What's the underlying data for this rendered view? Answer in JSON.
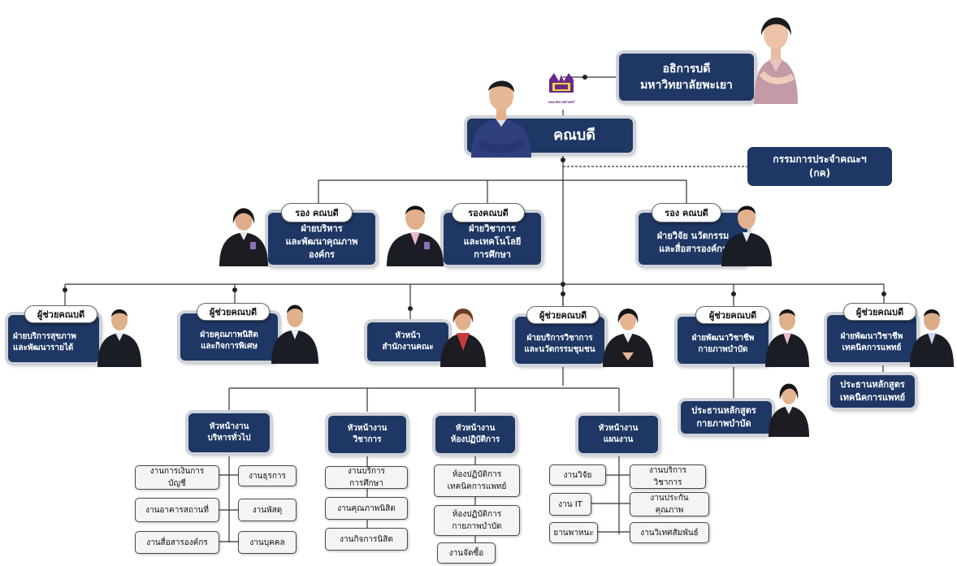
{
  "president": {
    "line1": "อธิการบดี",
    "line2": "มหาวิทยาลัยพะเยา"
  },
  "logo": {
    "label": "คณะสหเวชศาสตร์"
  },
  "dean": {
    "label": "คณบดี"
  },
  "committee": {
    "line1": "กรรมการประจำคณะฯ",
    "line2": "(กค)"
  },
  "vice_deans": [
    {
      "tag": "รอง คณบดี",
      "line1": "ฝ่ายบริหาร",
      "line2": "และพัฒนาคุณภาพ",
      "line3": "องค์กร"
    },
    {
      "tag": "รองคณบดี",
      "line1": "ฝ่ายวิชาการ",
      "line2": "และเทคโนโลยี",
      "line3": "การศึกษา"
    },
    {
      "tag": "รอง คณบดี",
      "line1": "ฝ่ายวิจัย นวัตกรรม",
      "line2": "และสื่อสารองค์กร"
    }
  ],
  "assistants": [
    {
      "tag": "ผู้ช่วยคณบดี",
      "line1": "ฝ่ายบริการสุขภาพ",
      "line2": "และพัฒนารายได้"
    },
    {
      "tag": "ผู้ช่วยคณบดี",
      "line1": "ฝ่ายคุณภาพนิสิต",
      "line2": "และกิจการพิเศษ"
    },
    {
      "tag": "ผู้ช่วยคณบดี",
      "line1": "ฝ่ายบริการวิชาการ",
      "line2": "และนวัตกรรมชุมชน"
    },
    {
      "tag": "ผู้ช่วยคณบดี",
      "line1": "ฝ่ายพัฒนาวิชาชีพ",
      "line2": "กายภาพบำบัด"
    },
    {
      "tag": "ผู้ช่วยคณบดี",
      "line1": "ฝ่ายพัฒนาวิชาชีพ",
      "line2": "เทคนิคการแพทย์"
    }
  ],
  "office_head": {
    "line1": "หัวหน้า",
    "line2": "สำนักงานคณะ"
  },
  "program_chairs": [
    {
      "line1": "ประธานหลักสูตร",
      "line2": "กายภาพบำบัด"
    },
    {
      "line1": "ประธานหลักสูตร",
      "line2": "เทคนิคการแพทย์"
    }
  ],
  "unit_heads": [
    {
      "line1": "หัวหน้างาน",
      "line2": "บริหารทั่วไป"
    },
    {
      "line1": "หัวหน้างาน",
      "line2": "วิชาการ"
    },
    {
      "line1": "หัวหน้างาน",
      "line2": "ห้องปฏิบัติการ"
    },
    {
      "line1": "หัวหน้างาน",
      "line2": "แผนงาน"
    }
  ],
  "admin_tasks": [
    {
      "line1": "งานการเงินการ",
      "line2": "บัญชี"
    },
    {
      "line1": "งานธุรการ",
      "line2": ""
    },
    {
      "line1": "งานอาคารสถานที่",
      "line2": ""
    },
    {
      "line1": "งานพัสดุ",
      "line2": ""
    },
    {
      "line1": "งานสื่อสารองค์กร",
      "line2": ""
    },
    {
      "line1": "งานบุคคล",
      "line2": ""
    }
  ],
  "academic_tasks": [
    {
      "line1": "งานบริการ",
      "line2": "การศึกษา"
    },
    {
      "line1": "งานคุณภาพนิสิต",
      "line2": ""
    },
    {
      "line1": "งานกิจการนิสิต",
      "line2": ""
    }
  ],
  "lab_tasks": [
    {
      "line1": "ห้องปฏิบัติการ",
      "line2": "เทคนิคการแพทย์"
    },
    {
      "line1": "ห้องปฏิบัติการ",
      "line2": "กายภาพบำบัด"
    },
    {
      "line1": "งานจัดซื้อ",
      "line2": ""
    }
  ],
  "plan_tasks": [
    {
      "line1": "งานวิจัย",
      "line2": ""
    },
    {
      "line1": "งานบริการ",
      "line2": "วิชาการ"
    },
    {
      "line1": "งาน IT",
      "line2": ""
    },
    {
      "line1": "งานประกัน",
      "line2": "คุณภาพ"
    },
    {
      "line1": "ยานพาหนะ",
      "line2": ""
    },
    {
      "line1": "งานวิเทศสัมพันธ์",
      "line2": ""
    }
  ],
  "colors": {
    "navy": "#1e3764",
    "frame": "#cfd3d9",
    "line": "#333333",
    "logo": "#6a2a86"
  }
}
